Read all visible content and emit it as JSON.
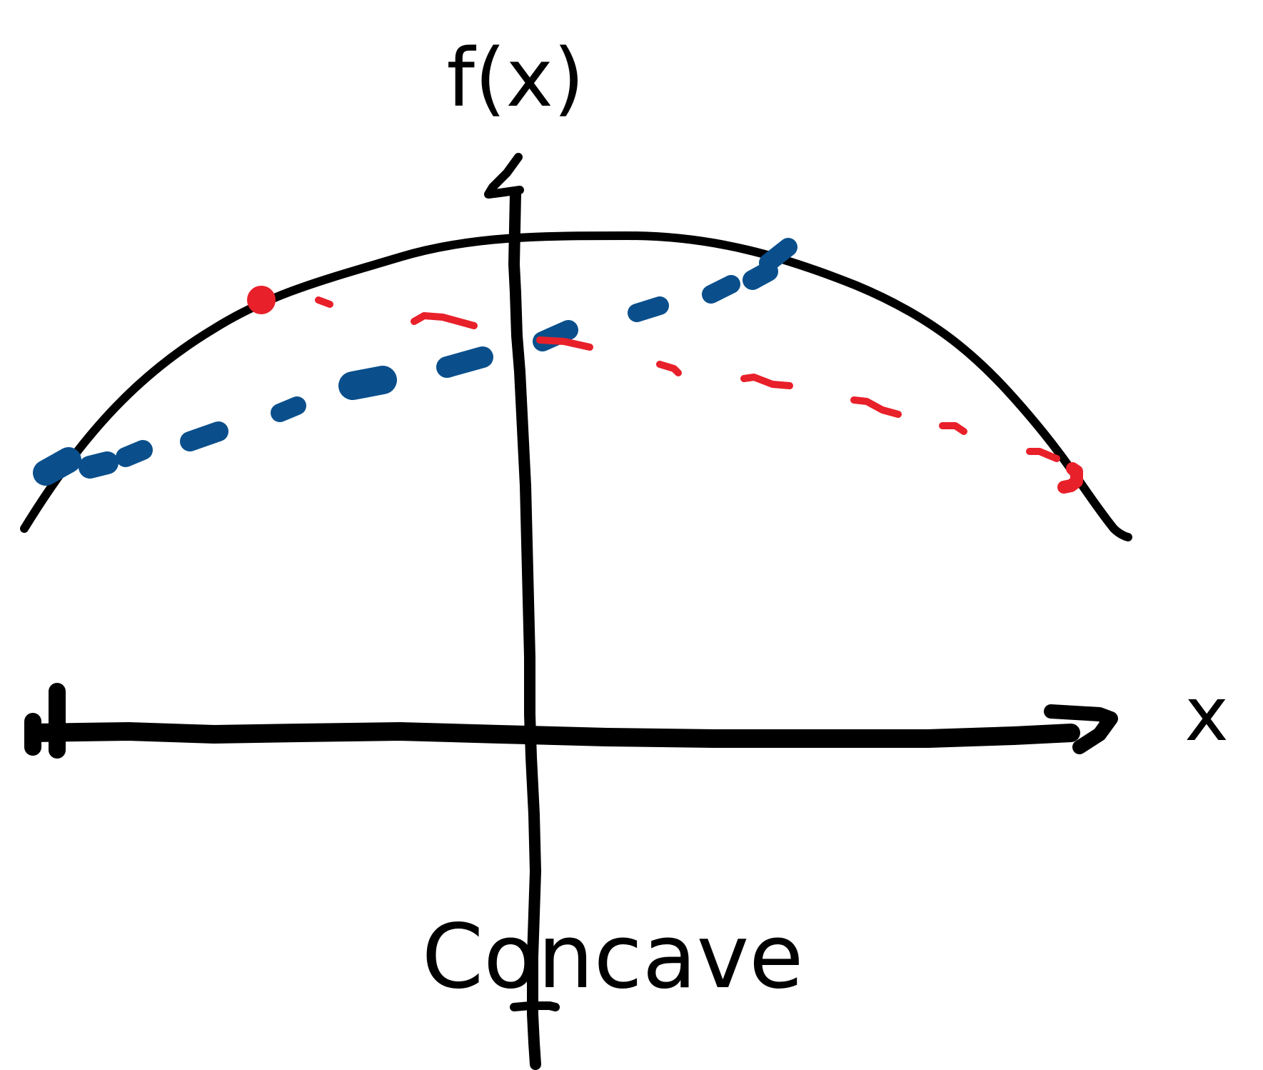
{
  "labels": {
    "y_axis": "f(x)",
    "x_axis": "x",
    "caption": "Concave"
  },
  "colors": {
    "ink": "#000000",
    "chord_blue": "#0a4f8c",
    "chord_red": "#e8202a",
    "background": "#ffffff"
  }
}
